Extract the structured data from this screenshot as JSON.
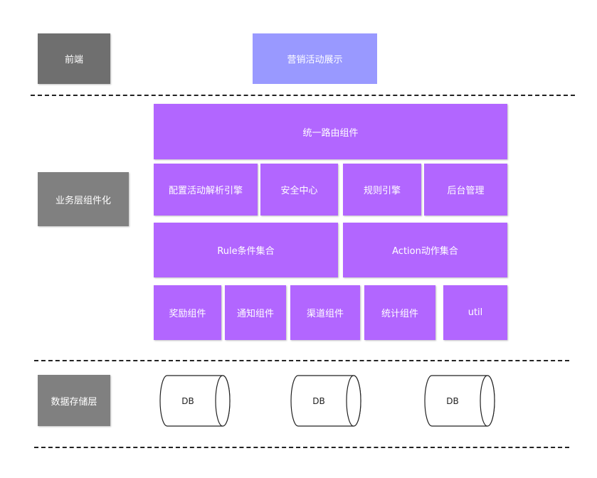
{
  "layers": {
    "frontend": "前端",
    "business": "业务层组件化",
    "storage": "数据存储层"
  },
  "frontend": {
    "display": "营销活动展示"
  },
  "business": {
    "router": "统一路由组件",
    "row2": [
      "配置活动解析引擎",
      "安全中心",
      "规则引擎",
      "后台管理"
    ],
    "row3": [
      "Rule条件集合",
      "Action动作集合"
    ],
    "row4": [
      "奖励组件",
      "通知组件",
      "渠道组件",
      "统计组件",
      "util"
    ]
  },
  "storage": {
    "databases": [
      "DB",
      "DB",
      "DB"
    ]
  },
  "colors": {
    "layer_box": "#808080",
    "frontend_box": "#9999ff",
    "component_box": "#b266ff",
    "dashed_line": "#222222"
  }
}
